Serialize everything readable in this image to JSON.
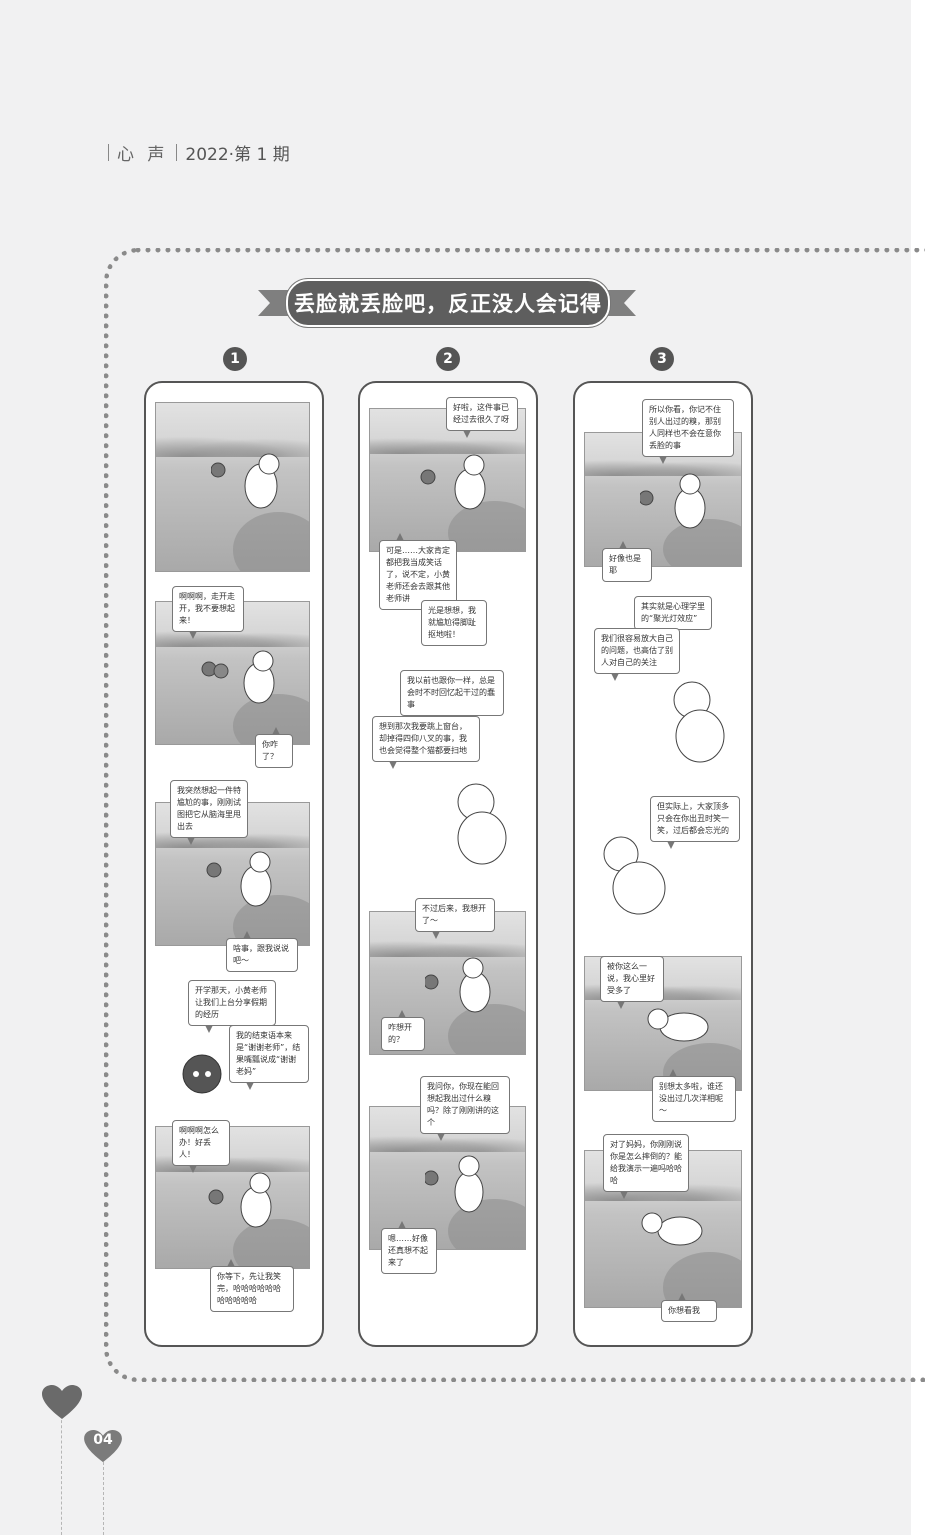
{
  "header": {
    "column": "心 声",
    "issue": "2022·第 1 期"
  },
  "title": "丢脸就丢脸吧，反正没人会记得",
  "columns": [
    {
      "number": "1",
      "bubbles": [
        "啊啊啊，走开走开，我不要想起来！",
        "你咋了？",
        "我突然想起一件特尴尬的事，刚刚试图把它从脑海里甩出去",
        "啥事，跟我说说吧～",
        "开学那天，小黄老师让我们上台分享假期的经历",
        "我的结束语本来是“谢谢老师”，结果嘴瓢说成“谢谢老妈”",
        "啊啊啊怎么办！好丢人！",
        "你等下，先让我笑完，哈哈哈哈哈哈哈哈哈哈哈"
      ]
    },
    {
      "number": "2",
      "bubbles": [
        "好啦，这件事已经过去很久了呀",
        "可是……大家肯定都把我当成笑话了，说不定，小黄老师还会去跟其他老师讲",
        "光是想想，我就尴尬得脚趾抠地啦！",
        "我以前也跟你一样，总是会时不时回忆起干过的蠢事",
        "想到那次我要跳上窗台，却掉得四仰八叉的事，我也会觉得整个猫都要扫地",
        "不过后来，我想开了～",
        "咋想开的？",
        "我问你，你现在能回想起我出过什么糗吗？除了刚刚讲的这个",
        "嗯……好像还真想不起来了"
      ]
    },
    {
      "number": "3",
      "bubbles": [
        "所以你看，你记不住别人出过的糗，那别人同样也不会在意你丢脸的事",
        "好像也是耶",
        "其实就是心理学里的“聚光灯效应”",
        "我们很容易放大自己的问题，也高估了别人对自己的关注",
        "但实际上，大家顶多只会在你出丑时笑一笑，过后都会忘光的",
        "被你这么一说，我心里好受多了",
        "别想太多啦，谁还没出过几次洋相呢～",
        "对了妈妈，你刚刚说你是怎么摔倒的？能给我演示一遍吗哈哈哈",
        "你想看我"
      ]
    }
  ],
  "page_number": "04",
  "colors": {
    "title_bg": "#5e5e5e",
    "frame": "#8a8a8a",
    "heart": "#6a6a6a"
  }
}
